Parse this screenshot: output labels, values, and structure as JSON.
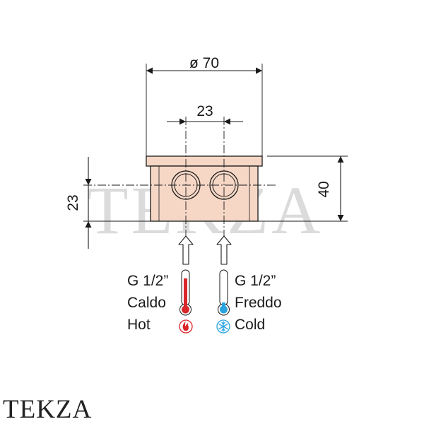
{
  "watermark": "TEKZA",
  "brand": "TEKZA",
  "dimensions": {
    "diameter": "ø 70",
    "spacing": "23",
    "height": "40",
    "offset": "23"
  },
  "hot": {
    "size": "G 1/2”",
    "label_it": "Caldo",
    "label_en": "Hot",
    "color": "#d9262b",
    "icon": "flame-icon"
  },
  "cold": {
    "size": "G 1/2”",
    "label_it": "Freddo",
    "label_en": "Cold",
    "color": "#2aa3df",
    "icon": "snowflake-icon"
  },
  "colors": {
    "box_fill": "#f6d7c6",
    "line": "#1a1a1a",
    "watermark": "#cfcfcf"
  }
}
